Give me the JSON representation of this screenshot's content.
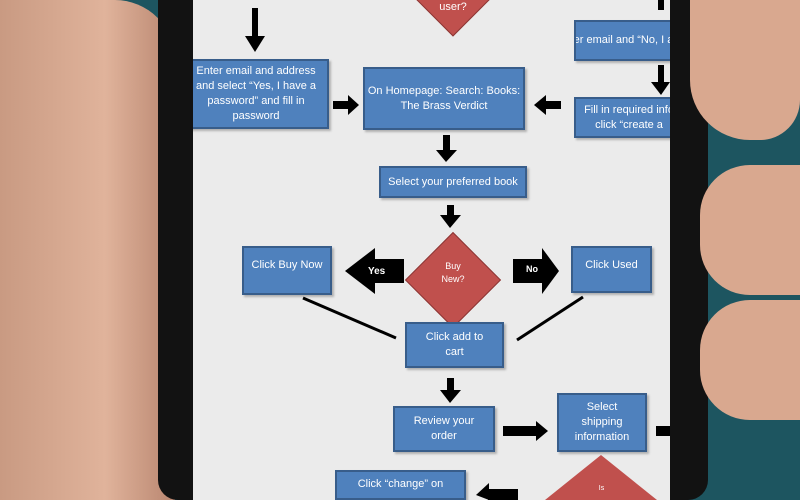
{
  "flowchart": {
    "top_diamond": "user?",
    "enter_password_box": "Enter email and address and select “Yes, I have a password” and fill in password",
    "homepage_box": "On Homepage: Search: Books: The Brass Verdict",
    "enter_email_new_box": "Enter email and “No, I am a n",
    "fill_required_box": "Fill in required info click “create a",
    "select_book_box": "Select your preferred book",
    "buy_new_diamond": "Buy New?",
    "yes_label": "Yes",
    "no_label": "No",
    "buy_now_box": "Click Buy Now",
    "used_box": "Click Used",
    "add_to_cart_box": "Click add to cart",
    "review_box": "Review your order",
    "shipping_box": "Select shipping information",
    "change_box": "Click “change” on",
    "bottom_diamond": "Is"
  },
  "colors": {
    "box": "#4f81bd",
    "decision": "#c0504d",
    "arrow": "#000000",
    "screen": "#ebebeb"
  }
}
